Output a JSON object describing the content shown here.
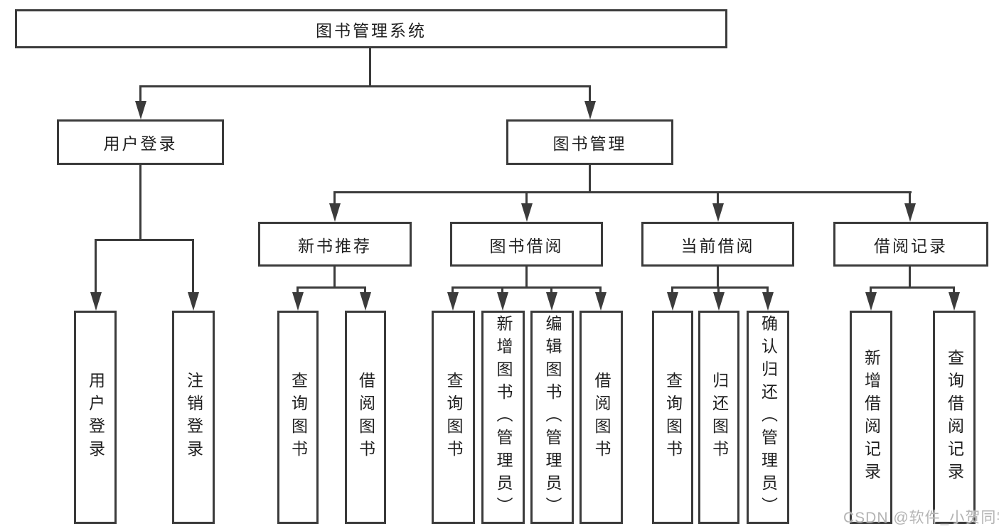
{
  "root": {
    "label": "图书管理系统"
  },
  "branches": [
    {
      "label": "用户登录",
      "children": [
        {
          "label": "用户登录"
        },
        {
          "label": "注销登录"
        }
      ]
    },
    {
      "label": "图书管理",
      "children": [
        {
          "label": "新书推荐",
          "children": [
            {
              "label": "查询图书"
            },
            {
              "label": "借阅图书"
            }
          ]
        },
        {
          "label": "图书借阅",
          "children": [
            {
              "label": "查询图书"
            },
            {
              "label": "新增图书（管理员）"
            },
            {
              "label": "编辑图书（管理员）"
            },
            {
              "label": "借阅图书"
            }
          ]
        },
        {
          "label": "当前借阅",
          "children": [
            {
              "label": "查询图书"
            },
            {
              "label": "归还图书"
            },
            {
              "label": "确认归还（管理员）"
            }
          ]
        },
        {
          "label": "借阅记录",
          "children": [
            {
              "label": "新增借阅记录"
            },
            {
              "label": "查询借阅记录"
            }
          ]
        }
      ]
    }
  ],
  "watermark": "CSDN @软件_小贺同学",
  "colors": {
    "line": "#3b3b3b",
    "text": "#1f1f1f",
    "watermark": "#b4b4b4"
  }
}
